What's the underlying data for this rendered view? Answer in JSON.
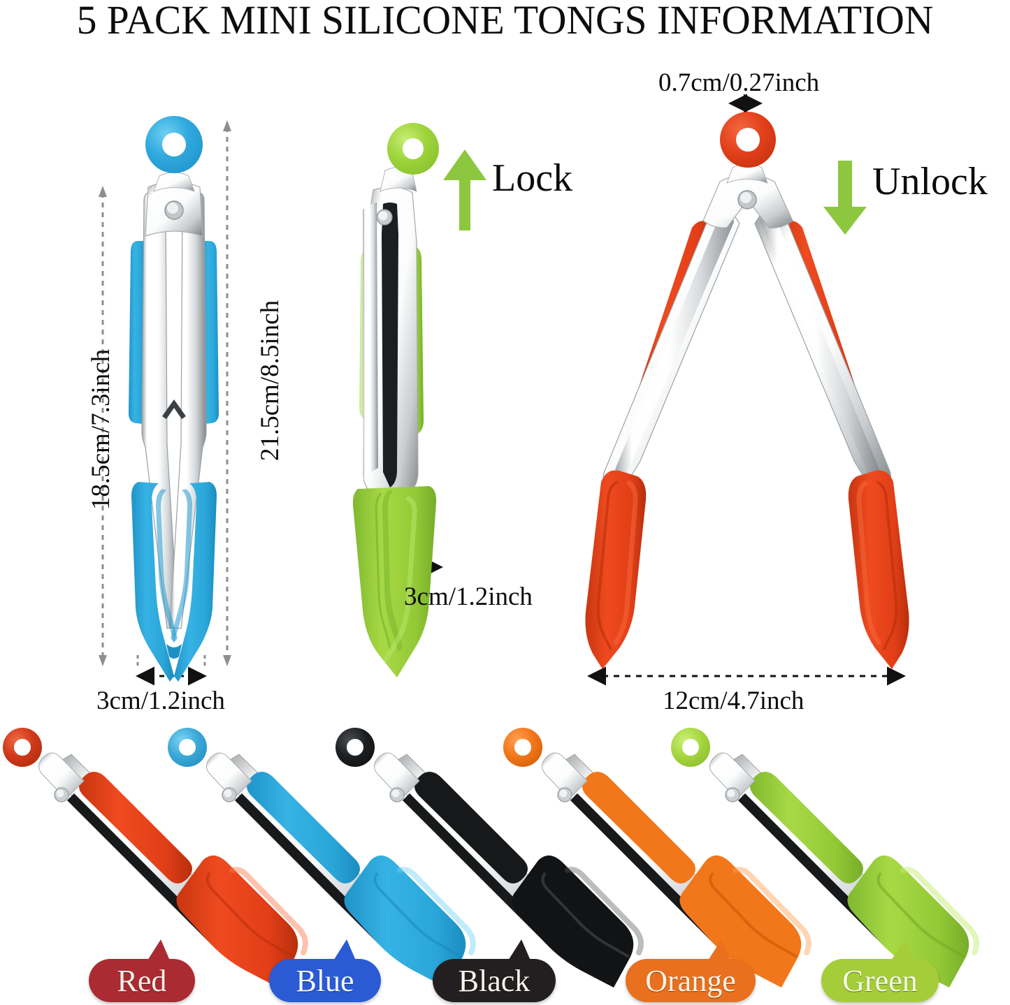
{
  "header": {
    "title": "5 PACK MINI SILICONE TONGS INFORMATION"
  },
  "annotations": {
    "length_closed": "18.5cm/7.3inch",
    "length_total": "21.5cm/8.5inch",
    "width_tip_blue": "3cm/1.2inch",
    "width_tip_green": "3cm/1.2inch",
    "ring_thickness": "0.7cm/0.27inch",
    "span_open": "12cm/4.7inch",
    "lock_label": "Lock",
    "unlock_label": "Unlock"
  },
  "arrows": {
    "lock_direction": "up",
    "unlock_direction": "down",
    "arrow_color": "#8dc63f"
  },
  "variants": [
    {
      "name": "Red",
      "badge_bg": "#ab2b33",
      "silicone": "#e8411f",
      "ring": "#d93b1c",
      "text": "#f5f0e8"
    },
    {
      "name": "Blue",
      "badge_bg": "#2a5bd4",
      "silicone": "#3aa8d8",
      "ring": "#3aa8d8",
      "text": "#f2f5ff"
    },
    {
      "name": "Black",
      "badge_bg": "#231f20",
      "silicone": "#121212",
      "ring": "#1a1a1a",
      "text": "#f7f4ee"
    },
    {
      "name": "Orange",
      "badge_bg": "#e8701e",
      "silicone": "#f2761a",
      "ring": "#f2761a",
      "text": "#fdf3e6"
    },
    {
      "name": "Green",
      "badge_bg": "#a5cd39",
      "silicone": "#8cc63e",
      "ring": "#a5d63f",
      "text": "#f6fbe8"
    }
  ],
  "figures": {
    "closed_blue": {
      "color": "#2aa8dd",
      "state": "closed"
    },
    "locked_green": {
      "color": "#8cc63e",
      "state": "locked"
    },
    "open_red": {
      "color": "#e8411f",
      "state": "open"
    }
  },
  "colors": {
    "steel_light": "#ffffff",
    "steel_dark": "#8f9396",
    "guide_line": "#8e8e8e",
    "text": "#0b0b0b"
  }
}
